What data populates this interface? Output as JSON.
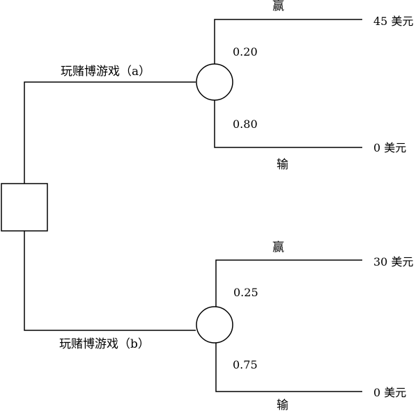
{
  "decision_tree": {
    "branches": [
      {
        "label": "玩赌博游戏（a）",
        "outcomes": [
          {
            "label": "赢",
            "probability": "0.20",
            "payoff": "45 美元"
          },
          {
            "label": "输",
            "probability": "0.80",
            "payoff": "0 美元"
          }
        ]
      },
      {
        "label": "玩赌博游戏（b）",
        "outcomes": [
          {
            "label": "赢",
            "probability": "0.25",
            "payoff": "30 美元"
          },
          {
            "label": "输",
            "probability": "0.75",
            "payoff": "0 美元"
          }
        ]
      }
    ]
  }
}
